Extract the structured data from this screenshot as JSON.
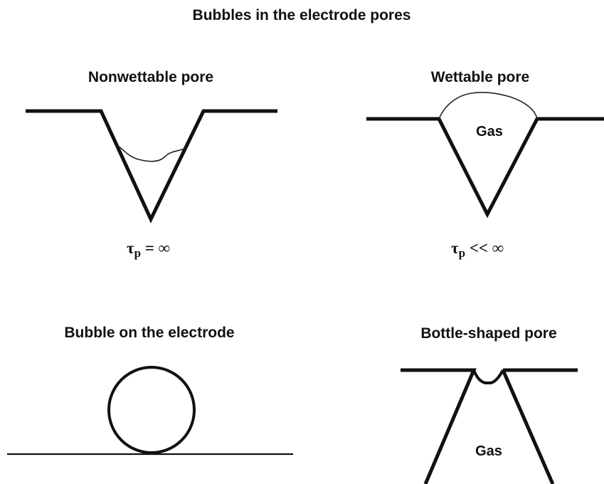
{
  "diagram": {
    "title": "Bubbles in the electrode pores",
    "panels": {
      "nonwettable": {
        "title": "Nonwettable pore",
        "formula_symbol": "τ",
        "formula_subscript": "p",
        "formula_relation": " = ∞"
      },
      "wettable": {
        "title": "Wettable pore",
        "gas_label": "Gas",
        "formula_symbol": "τ",
        "formula_subscript": "p",
        "formula_relation": " << ∞"
      },
      "bubble": {
        "title": "Bubble on the electrode"
      },
      "bottle": {
        "title": "Bottle-shaped pore",
        "gas_label": "Gas"
      }
    }
  }
}
